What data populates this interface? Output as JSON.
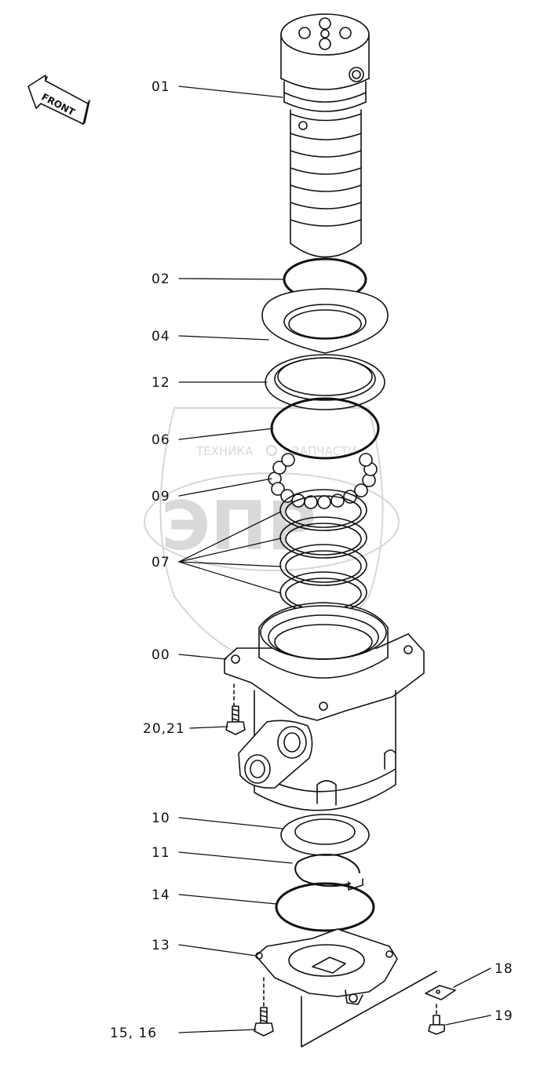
{
  "diagram": {
    "front_label": "FRONT",
    "watermark": {
      "line1_left": "ТЕХНИКА",
      "line1_right": "ЗАПЧАСТИ",
      "logo": "ЭПР"
    },
    "callouts": {
      "c01": "01",
      "c02": "02",
      "c04": "04",
      "c12": "12",
      "c06": "06",
      "c09": "09",
      "c07": "07",
      "c00": "00",
      "c2021": "20,21",
      "c10": "10",
      "c11": "11",
      "c14": "14",
      "c13": "13",
      "c1516": "15, 16",
      "c18": "18",
      "c19": "19"
    }
  }
}
